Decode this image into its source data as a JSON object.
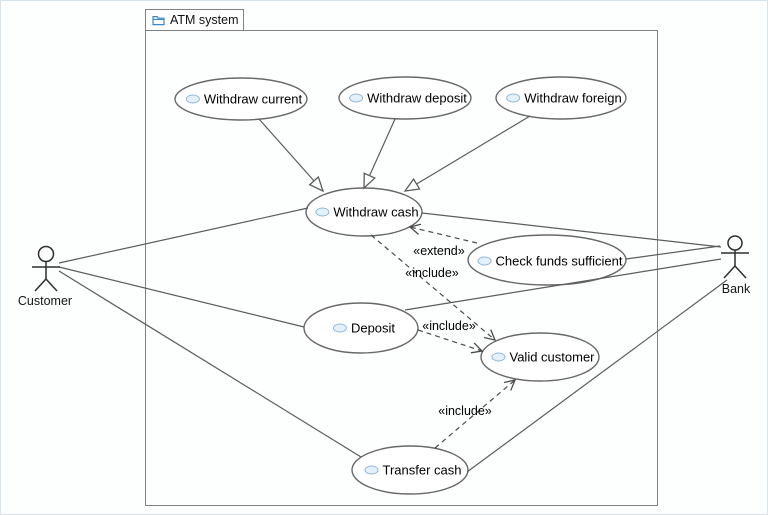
{
  "diagram": {
    "type": "uml-use-case-diagram",
    "system": {
      "title": "ATM system"
    },
    "actors": {
      "customer": {
        "label": "Customer"
      },
      "bank": {
        "label": "Bank"
      }
    },
    "usecases": {
      "withdraw_current": {
        "label": "Withdraw current"
      },
      "withdraw_deposit": {
        "label": "Withdraw deposit"
      },
      "withdraw_foreign": {
        "label": "Withdraw foreign"
      },
      "withdraw_cash": {
        "label": "Withdraw cash"
      },
      "check_funds": {
        "label": "Check funds sufficient"
      },
      "deposit": {
        "label": "Deposit"
      },
      "valid_customer": {
        "label": "Valid customer"
      },
      "transfer_cash": {
        "label": "Transfer cash"
      }
    },
    "stereotypes": {
      "extend": "«extend»",
      "include": "«include»"
    },
    "relationships": {
      "associations": [
        {
          "from": "Customer",
          "to": "Withdraw cash"
        },
        {
          "from": "Customer",
          "to": "Deposit"
        },
        {
          "from": "Customer",
          "to": "Transfer cash"
        },
        {
          "from": "Bank",
          "to": "Withdraw cash"
        },
        {
          "from": "Bank",
          "to": "Check funds sufficient"
        },
        {
          "from": "Bank",
          "to": "Deposit"
        },
        {
          "from": "Bank",
          "to": "Transfer cash"
        }
      ],
      "generalizations": [
        {
          "from": "Withdraw current",
          "to": "Withdraw cash"
        },
        {
          "from": "Withdraw deposit",
          "to": "Withdraw cash"
        },
        {
          "from": "Withdraw foreign",
          "to": "Withdraw cash"
        }
      ],
      "extends": [
        {
          "from": "Check funds sufficient",
          "to": "Withdraw cash",
          "label": "«extend»"
        }
      ],
      "includes": [
        {
          "from": "Withdraw cash",
          "to": "Valid customer",
          "label": "«include»"
        },
        {
          "from": "Deposit",
          "to": "Valid customer",
          "label": "«include»"
        },
        {
          "from": "Transfer cash",
          "to": "Valid customer",
          "label": "«include»"
        }
      ]
    },
    "colors": {
      "shape_stroke": "#686868",
      "line": "#5c5c5c",
      "dashed_line": "#4a4a4a",
      "text": "#000000",
      "usecase_icon_border": "#8db5d6",
      "usecase_icon_fill": "#e3f1fb",
      "folder_icon": "#3f88c5",
      "background": "#fdfefe"
    }
  }
}
